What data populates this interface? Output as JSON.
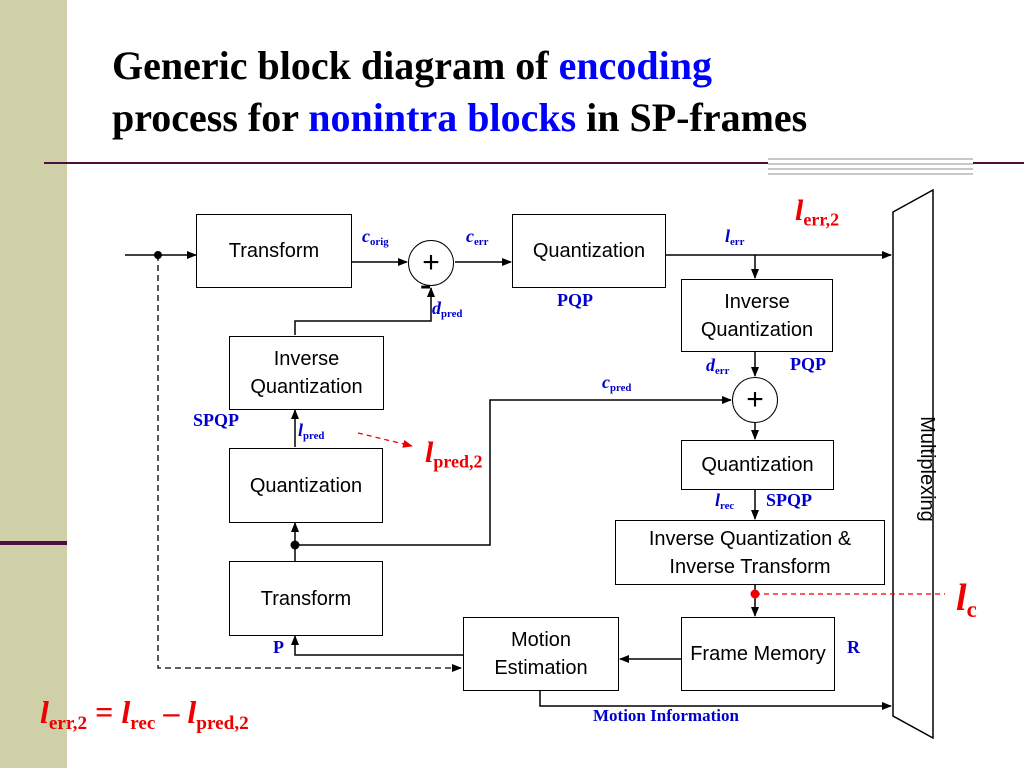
{
  "title": {
    "part1": "Generic block diagram of ",
    "hl1": "encoding",
    "part2": "process for ",
    "hl2": "nonintra blocks",
    "part3": " in SP-frames"
  },
  "blocks": {
    "transform_top": "Transform",
    "quant_top": "Quantization",
    "inv_quant_right": "Inverse Quantization",
    "inv_quant_left": "Inverse Quantization",
    "quant_left": "Quantization",
    "quant_right": "Quantization",
    "inv_quant_transform": "Inverse Quantization & Inverse Transform",
    "transform_bottom": "Transform",
    "motion_estimation": "Motion Estimation",
    "frame_memory": "Frame Memory",
    "multiplexing": "Multiplexing"
  },
  "operators": {
    "adder_top": "+",
    "adder_right": "+",
    "minus": "-"
  },
  "signals": {
    "c_orig": {
      "base": "c",
      "sub": "orig"
    },
    "c_err": {
      "base": "c",
      "sub": "err"
    },
    "d_pred": {
      "base": "d",
      "sub": "pred"
    },
    "l_err": {
      "base": "l",
      "sub": "err"
    },
    "d_err": {
      "base": "d",
      "sub": "err"
    },
    "c_pred": {
      "base": "c",
      "sub": "pred"
    },
    "l_pred": {
      "base": "l",
      "sub": "pred"
    },
    "l_rec": {
      "base": "l",
      "sub": "rec"
    }
  },
  "params": {
    "pqp_top": "PQP",
    "pqp_right": "PQP",
    "spqp_left": "SPQP",
    "spqp_right": "SPQP",
    "p": "P",
    "r": "R",
    "motion_information": "Motion Information"
  },
  "highlights": {
    "l_err2": {
      "base": "l",
      "sub": "err,2"
    },
    "l_pred2": {
      "base": "l",
      "sub": "pred,2"
    },
    "l_c": {
      "base": "l",
      "sub": "c"
    }
  },
  "equation": {
    "lhs_base": "l",
    "lhs_sub": "err,2",
    "eq": " = ",
    "t1_base": "l",
    "t1_sub": "rec",
    "minus": " – ",
    "t2_base": "l",
    "t2_sub": "pred,2"
  },
  "colors": {
    "highlight_blue": "#0000ff",
    "label_blue": "#0000cc",
    "accent_red": "#ee0000",
    "sidebar": "#cfcfa8",
    "rule": "#4b1040"
  }
}
